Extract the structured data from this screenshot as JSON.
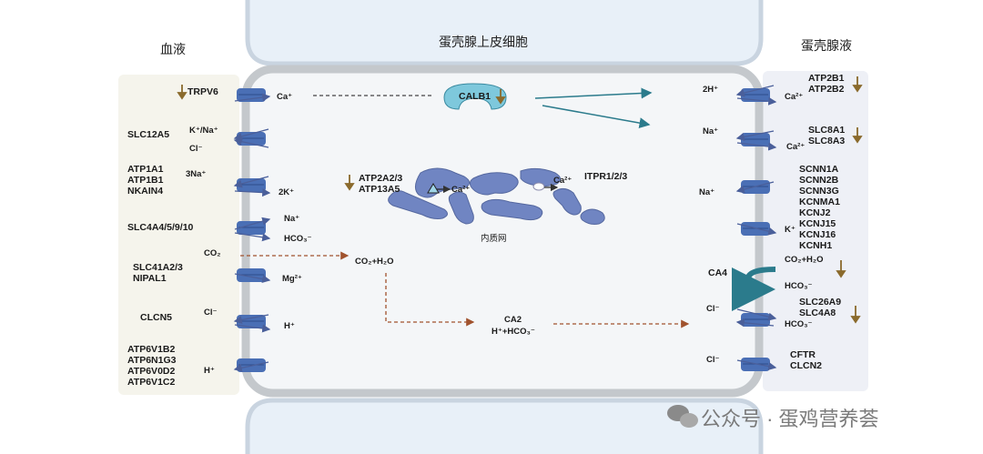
{
  "headers": {
    "blood": "血液",
    "epithelial": "蛋壳腺上皮细胞",
    "uterine_fluid": "蛋壳腺液"
  },
  "left": {
    "trpv6": "TRPV6",
    "trpv6_ion": "Ca⁺",
    "slc12a5": "SLC12A5",
    "slc12a5_ion1": "K⁺/Na⁺",
    "slc12a5_ion2": "Cl⁻",
    "atp1": [
      "ATP1A1",
      "ATP1B1",
      "NKAIN4"
    ],
    "atp1_ion1": "3Na⁺",
    "atp1_ion2": "2K⁺",
    "slc4a4": "SLC4A4/5/9/10",
    "slc4a4_ion1": "Na⁺",
    "slc4a4_ion2": "HCO₃⁻",
    "co2": "CO₂",
    "slc41": [
      "SLC41A2/3",
      "NIPAL1"
    ],
    "slc41_ion": "Mg²⁺",
    "clcn5": "CLCN5",
    "clcn5_ion1": "Cl⁻",
    "clcn5_ion2": "H⁺",
    "atp6": [
      "ATP6V1B2",
      "ATP6N1G3",
      "ATP6V0D2",
      "ATP6V1C2"
    ],
    "atp6_ion": "H⁺"
  },
  "center": {
    "calb1": "CALB1",
    "atp2a2": [
      "ATP2A2/3",
      "ATP13A5"
    ],
    "er_ca": "Ca²⁺",
    "er_ca2": "Ca²⁺",
    "itpr": "ITPR1/2/3",
    "er_label": "内质网",
    "co2h2o": "CO₂+H₂O",
    "ca2": "CA2",
    "ca2_product": "H⁺+HCO₃⁻"
  },
  "right": {
    "atp2b": [
      "ATP2B1",
      "ATP2B2"
    ],
    "atp2b_ion_in": "2H⁺",
    "atp2b_ion_out": "Ca²⁺",
    "slc8a": [
      "SLC8A1",
      "SLC8A3"
    ],
    "slc8a_ion_in": "Na⁺",
    "slc8a_ion_out": "Ca²⁺",
    "channels": [
      "SCNN1A",
      "SCNN2B",
      "SCNN3G",
      "KCNMA1",
      "KCNJ2",
      "KCNJ15",
      "KCNJ16",
      "KCNH1"
    ],
    "scnn_ion": "Na⁺",
    "kcn_ion": "K⁺",
    "ca4": "CA4",
    "ca4_ion1": "CO₂+H₂O",
    "ca4_ion2": "HCO₃⁻",
    "slc26": [
      "SLC26A9",
      "SLC4A8"
    ],
    "slc26_ion_in": "Cl⁻",
    "slc26_ion_out": "HCO₃⁻",
    "cftr": [
      "CFTR",
      "CLCN2"
    ],
    "cftr_ion": "Cl⁻"
  },
  "watermark": {
    "text": "公众号 · 蛋鸡营养荟"
  },
  "colors": {
    "membrane": "#c8ccd0",
    "cell_fill": "#f4f6f8",
    "neighbor_fill": "#e6eef6",
    "channel": "#4a6fb5",
    "er": "#6f86c4",
    "calb1": "#7ec8dc",
    "arrow_teal": "#2b7b8c",
    "down_arrow": "#8a6a2c",
    "dashed": "#a0522d"
  }
}
